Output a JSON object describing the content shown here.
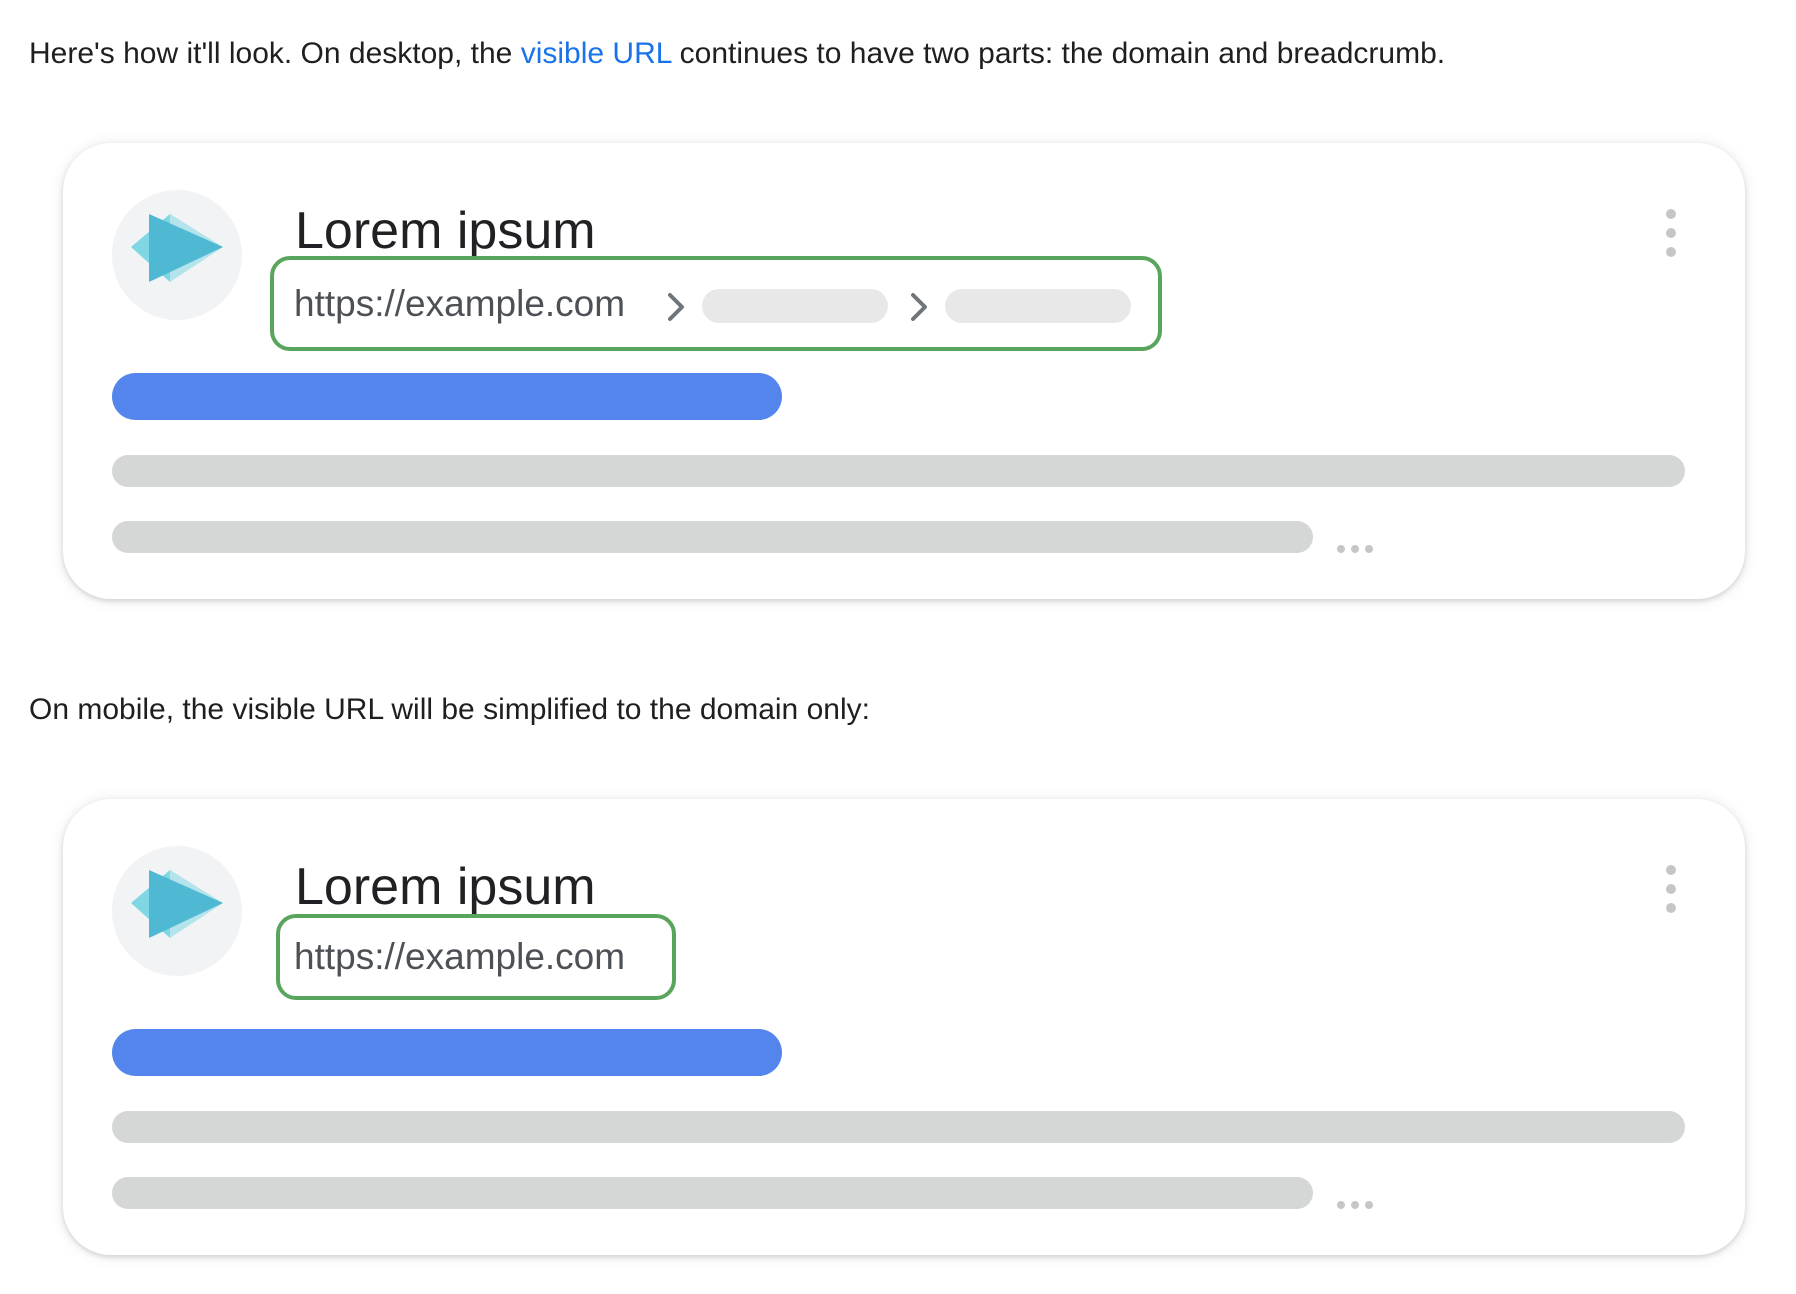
{
  "intro": {
    "before_link": "Here's how it'll look. On desktop, the ",
    "link_text": "visible URL",
    "after_link": " continues to have two parts: the domain and breadcrumb."
  },
  "mobile_intro": {
    "text": "On mobile, the visible URL will be simplified to the domain only:"
  },
  "desktop_card": {
    "title": "Lorem ipsum",
    "url": "https://example.com",
    "breadcrumb_separator_icon": "chevron-right-icon",
    "favicon_icon": "play-triangle-icon",
    "menu_icon": "more-vert-icon"
  },
  "mobile_card": {
    "title": "Lorem ipsum",
    "url": "https://example.com",
    "favicon_icon": "play-triangle-icon",
    "menu_icon": "more-vert-icon"
  },
  "colors": {
    "link": "#1a73e8",
    "highlight_border": "#5aa55d",
    "link_bar": "#5385ec",
    "placeholder_bar": "#d5d6d6",
    "favicon_primary": "#4fb8d2",
    "favicon_secondary": "#7fd6e4"
  }
}
